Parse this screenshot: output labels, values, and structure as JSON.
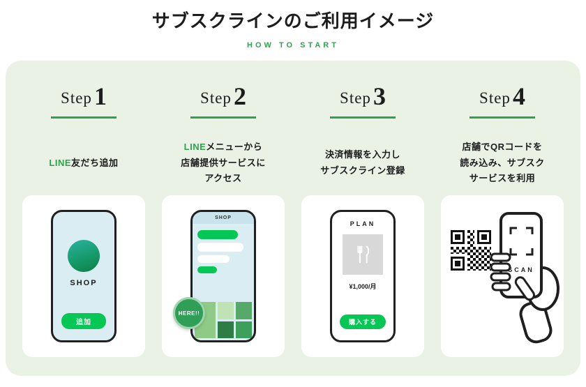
{
  "colors": {
    "accent_green": "#06C755",
    "text_green": "#2FA24D",
    "panel_bg": "#E9F2E5",
    "screen_blue": "#D9EDF2",
    "phone_border": "#1F1F1F"
  },
  "header": {
    "title": "サブスクラインのご利用イメージ",
    "subtitle": "HOW TO START"
  },
  "steps": [
    {
      "step_label": "Step",
      "step_number": "1",
      "lines": [
        {
          "accent": "LINE",
          "text": "友だち追加"
        }
      ],
      "phone": {
        "shop": "SHOP",
        "button": "追加"
      }
    },
    {
      "step_label": "Step",
      "step_number": "2",
      "lines": [
        {
          "accent": "LINE",
          "text": "メニューから"
        },
        {
          "text": "店舗提供サービスに"
        },
        {
          "text": "アクセス"
        }
      ],
      "phone": {
        "header": "SHOP",
        "badge": "HERE!!"
      }
    },
    {
      "step_label": "Step",
      "step_number": "3",
      "lines": [
        {
          "text": "決済情報を入力し"
        },
        {
          "text": "サブスクライン登録"
        }
      ],
      "phone": {
        "plan": "PLAN",
        "price": "¥1,000/月",
        "button": "購入する"
      }
    },
    {
      "step_label": "Step",
      "step_number": "4",
      "lines": [
        {
          "text": "店舗でQRコードを"
        },
        {
          "text": "読み込み、サブスク"
        },
        {
          "text": "サービスを利用"
        }
      ],
      "phone": {
        "scan": "SCAN"
      }
    }
  ]
}
